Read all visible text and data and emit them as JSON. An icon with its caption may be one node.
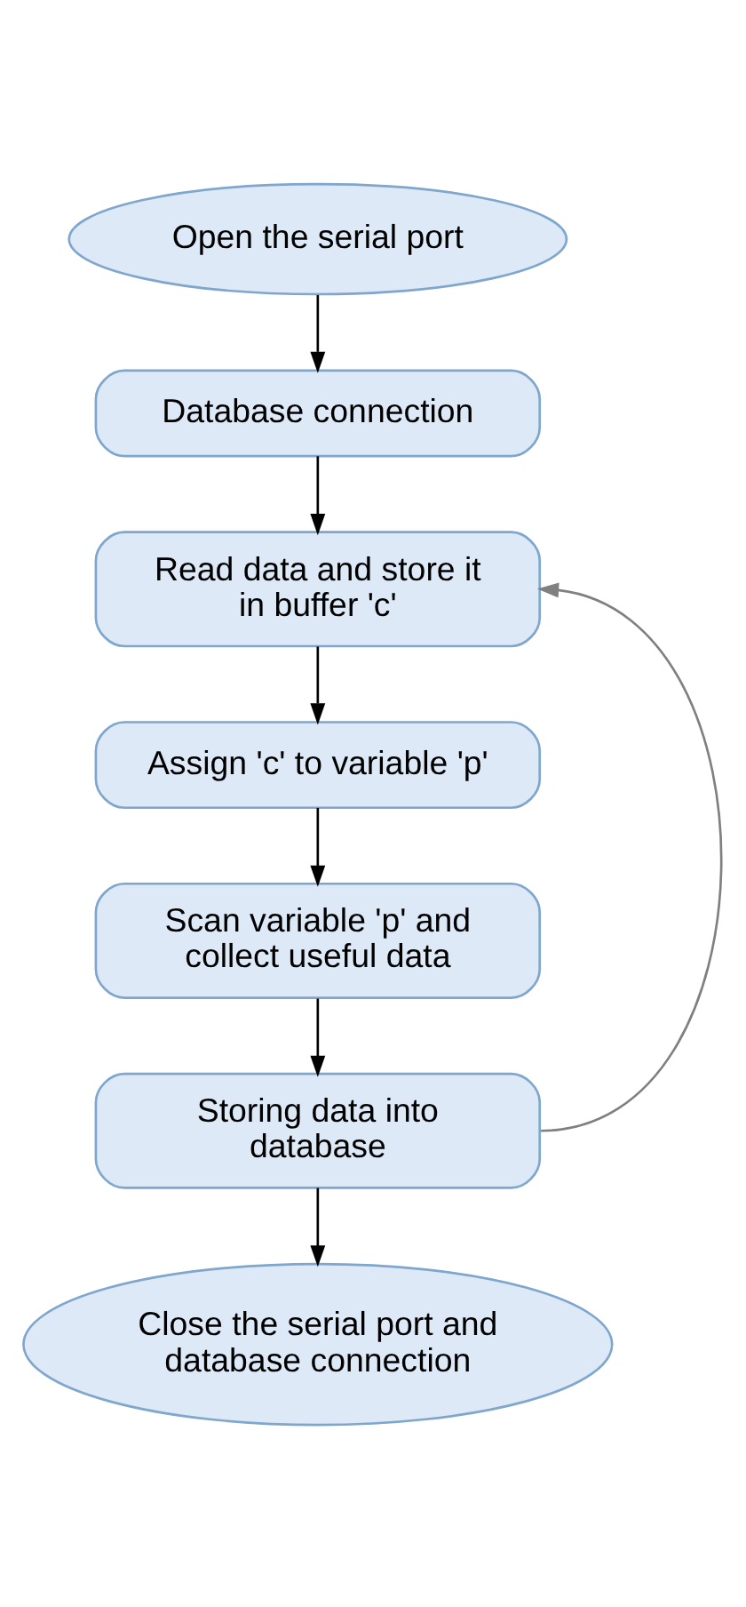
{
  "diagram": {
    "nodes": [
      {
        "text": [
          "Open the serial port"
        ]
      },
      {
        "text": [
          "Database connection"
        ]
      },
      {
        "text": [
          "Read data and store it in buffer 'c'"
        ]
      },
      {
        "text": [
          "Assign 'c' to variable 'p'"
        ]
      },
      {
        "text": [
          "Scan variable 'p' and collect useful data"
        ]
      },
      {
        "text": [
          "Storing data into database"
        ]
      },
      {
        "text": [
          "Close the serial port and database connection"
        ]
      }
    ],
    "edges": [
      {
        "from": 0,
        "to": 1,
        "arrow": "to"
      },
      {
        "from": 1,
        "to": 2,
        "arrow": "to"
      },
      {
        "from": 2,
        "to": 3,
        "arrow": "to"
      },
      {
        "from": 3,
        "to": 4,
        "arrow": "to"
      },
      {
        "from": 4,
        "to": 5,
        "arrow": "to"
      },
      {
        "from": 5,
        "to": 6,
        "arrow": "to"
      },
      {
        "from": 5,
        "to": 2,
        "arrow": "to",
        "color": "#808080"
      }
    ]
  }
}
